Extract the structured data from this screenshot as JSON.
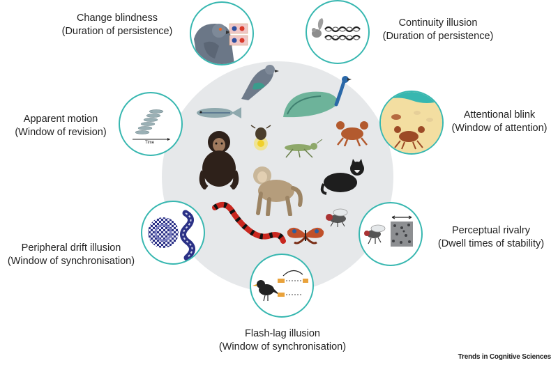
{
  "paradigms": [
    {
      "id": "change-blindness",
      "name": "Change blindness",
      "measure": "(Duration of persistence)"
    },
    {
      "id": "continuity-illusion",
      "name": "Continuity illusion",
      "measure": "(Duration of persistence)"
    },
    {
      "id": "attentional-blink",
      "name": "Attentional blink",
      "measure": "(Window of attention)"
    },
    {
      "id": "perceptual-rivalry",
      "name": "Perceptual rivalry",
      "measure": "(Dwell times of stability)"
    },
    {
      "id": "flash-lag-illusion",
      "name": "Flash-lag illusion",
      "measure": "(Window of synchronisation)"
    },
    {
      "id": "peripheral-drift-illusion",
      "name": "Peripheral drift illusion",
      "measure": "(Window of synchronisation)"
    },
    {
      "id": "apparent-motion",
      "name": "Apparent motion",
      "measure": "(Window of revision)"
    }
  ],
  "apparent_motion_axis_label": "Time",
  "animals": [
    "pigeon",
    "zebrafish",
    "peacock",
    "crab",
    "firefly",
    "grasshopper",
    "chimpanzee",
    "macaque",
    "cat",
    "fly",
    "snake",
    "butterfly"
  ],
  "colors": {
    "ring": "#37b7b0",
    "disc": "#e6e8ea",
    "text": "#222222"
  },
  "footer": "Trends in Cognitive Sciences"
}
